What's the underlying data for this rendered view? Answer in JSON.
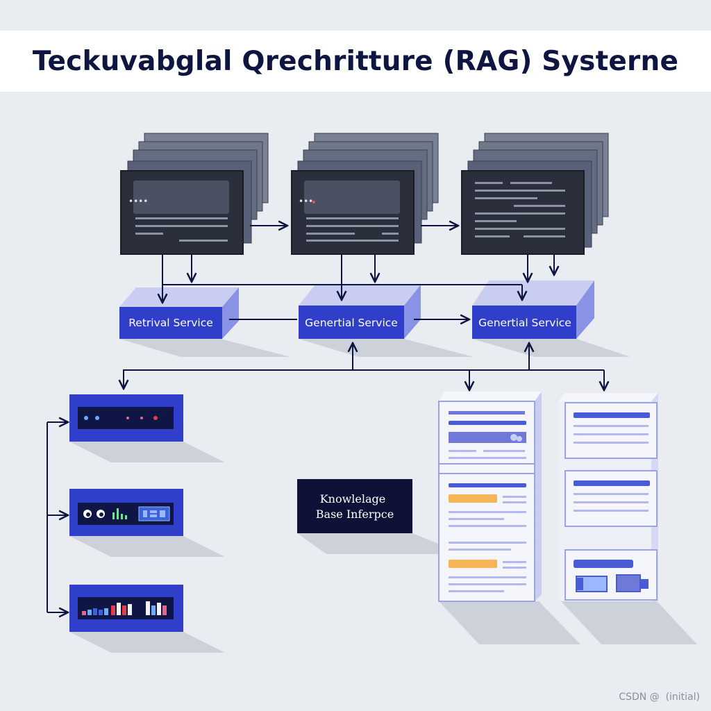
{
  "title": "Teckuvabglal Qrechritture (RAG) Systerne",
  "services": [
    {
      "label": "Retrival Service"
    },
    {
      "label": "Genertial Service"
    },
    {
      "label": "Genertial Service"
    }
  ],
  "knowledge_base": {
    "line1": "Knowlelage",
    "line2": "Base Inferpce"
  },
  "watermark": "CSDN @  (initial)",
  "colors": {
    "navy": "#0e1541",
    "service_blue": "#2f3fc9",
    "service_side": "#8a92e6",
    "monitor_dark": "#2a2f3b",
    "doc_blue": "#4a5bd6",
    "doc_orange": "#f5b455",
    "background": "#e9edf1"
  }
}
